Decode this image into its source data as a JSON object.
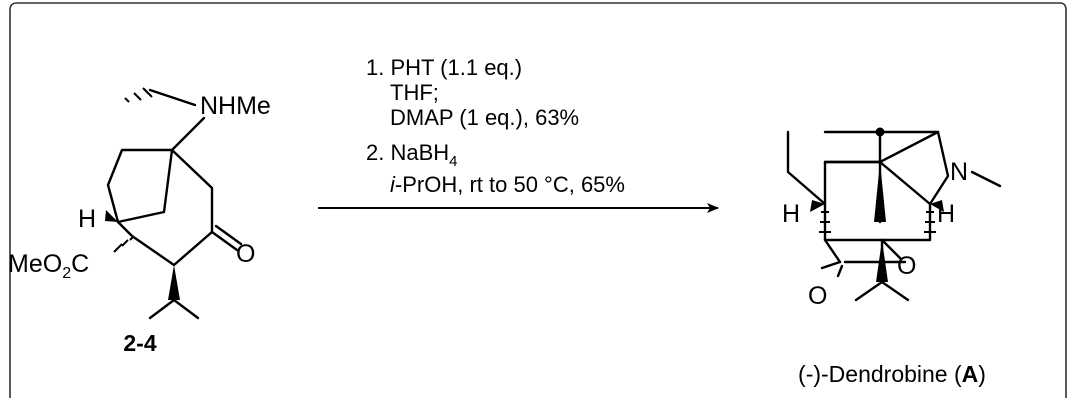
{
  "reactant": {
    "label": "2-4",
    "atoms": {
      "nhme": "NHMe",
      "h": "H",
      "ester": "MeO",
      "ester_sub": "2",
      "ester_c": "C",
      "ketone_o": "O"
    }
  },
  "conditions": {
    "step1": {
      "line1": "1. PHT (1.1 eq.)",
      "line2": "THF;",
      "line3": "DMAP (1 eq.), 63%"
    },
    "step2": {
      "line1": "2. NaBH",
      "line1_sub": "4",
      "line2_italic": "i",
      "line2": "-PrOH, rt to 50 °C, 65%"
    }
  },
  "product": {
    "name": "(-)-Dendrobine (",
    "name_bold": "A",
    "name_end": ")",
    "atoms": {
      "n": "N",
      "h_left": "H",
      "h_right": "H",
      "o_ring": "O",
      "o_carbonyl": "O"
    }
  },
  "colors": {
    "ink": "#000000",
    "frame": "#333333",
    "background": "#ffffff"
  }
}
